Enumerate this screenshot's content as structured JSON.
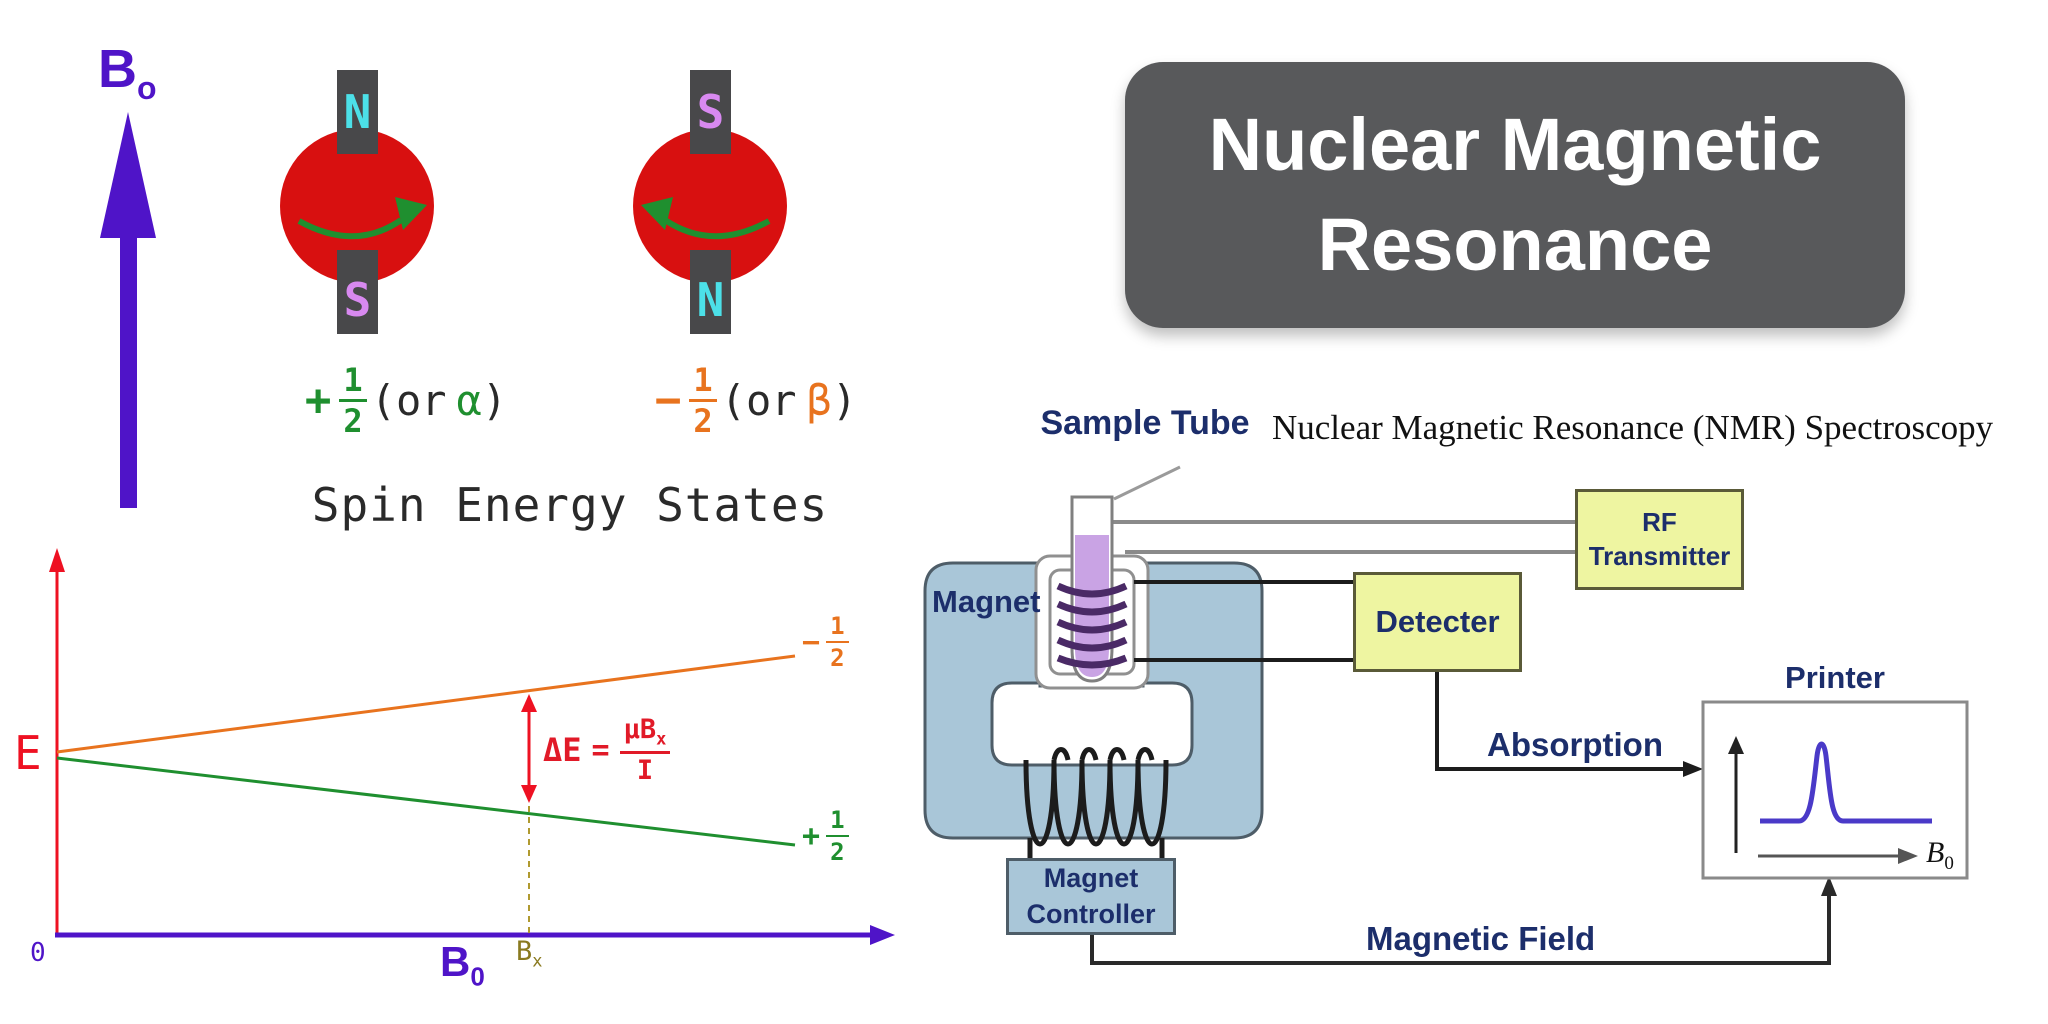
{
  "colors": {
    "purple": "#4f14c8",
    "sphere_red": "#d81010",
    "green": "#1f8f2f",
    "orange": "#e8731e",
    "axis_red": "#ee1122",
    "olive": "#8a7a20",
    "navy": "#1c2e6b",
    "banner_bg": "#58595b",
    "yellow_box": "#eef5a1",
    "blue_box": "#a9c6d8",
    "tube_liquid": "#c9a3e4",
    "rf_coil_purple": "#4a2a66",
    "peak_blue": "#4a3ac8",
    "pole_n_letter": "#4ce0e8",
    "pole_s_letter": "#d889f0",
    "magnet_bar": "#48484a"
  },
  "spin_panel": {
    "b0_label": {
      "base": "B",
      "sub": "o"
    },
    "spheres": [
      {
        "top_pole": "N",
        "bottom_pole": "S",
        "spin_direction": "right",
        "state": {
          "sign": "+",
          "num": "1",
          "den": "2",
          "or_open": "(or",
          "greek": "α",
          "close": ")"
        }
      },
      {
        "top_pole": "S",
        "bottom_pole": "N",
        "spin_direction": "left",
        "state": {
          "sign": "−",
          "num": "1",
          "den": "2",
          "or_open": "(or",
          "greek": "β",
          "close": ")"
        }
      }
    ],
    "caption": "Spin Energy States"
  },
  "energy_diagram": {
    "y_axis_label": "E",
    "origin_label": "0",
    "x_axis_label": {
      "base": "B",
      "sub": "0"
    },
    "resonance_field_label": {
      "base": "B",
      "sub": "x"
    },
    "upper_level": {
      "sign": "−",
      "num": "1",
      "den": "2"
    },
    "lower_level": {
      "sign": "+",
      "num": "1",
      "den": "2"
    },
    "formula": {
      "lhs": "ΔE",
      "equals": "=",
      "numerator": "μB",
      "numerator_sub": "x",
      "denominator": "I"
    }
  },
  "banner": {
    "line1": "Nuclear Magnetic",
    "line2": "Resonance"
  },
  "apparatus": {
    "caption": "Nuclear Magnetic Resonance (NMR) Spectroscopy",
    "sample_tube_label": "Sample Tube",
    "magnet_label": "Magnet",
    "rf_transmitter": {
      "line1": "RF",
      "line2": "Transmitter"
    },
    "detecter_label": "Detecter",
    "absorption_label": "Absorption",
    "printer_label": "Printer",
    "magnet_controller": {
      "line1": "Magnet",
      "line2": "Controller"
    },
    "magnetic_field_label": "Magnetic Field",
    "printer_plot_axis": {
      "base": "B",
      "sub": "0"
    }
  }
}
